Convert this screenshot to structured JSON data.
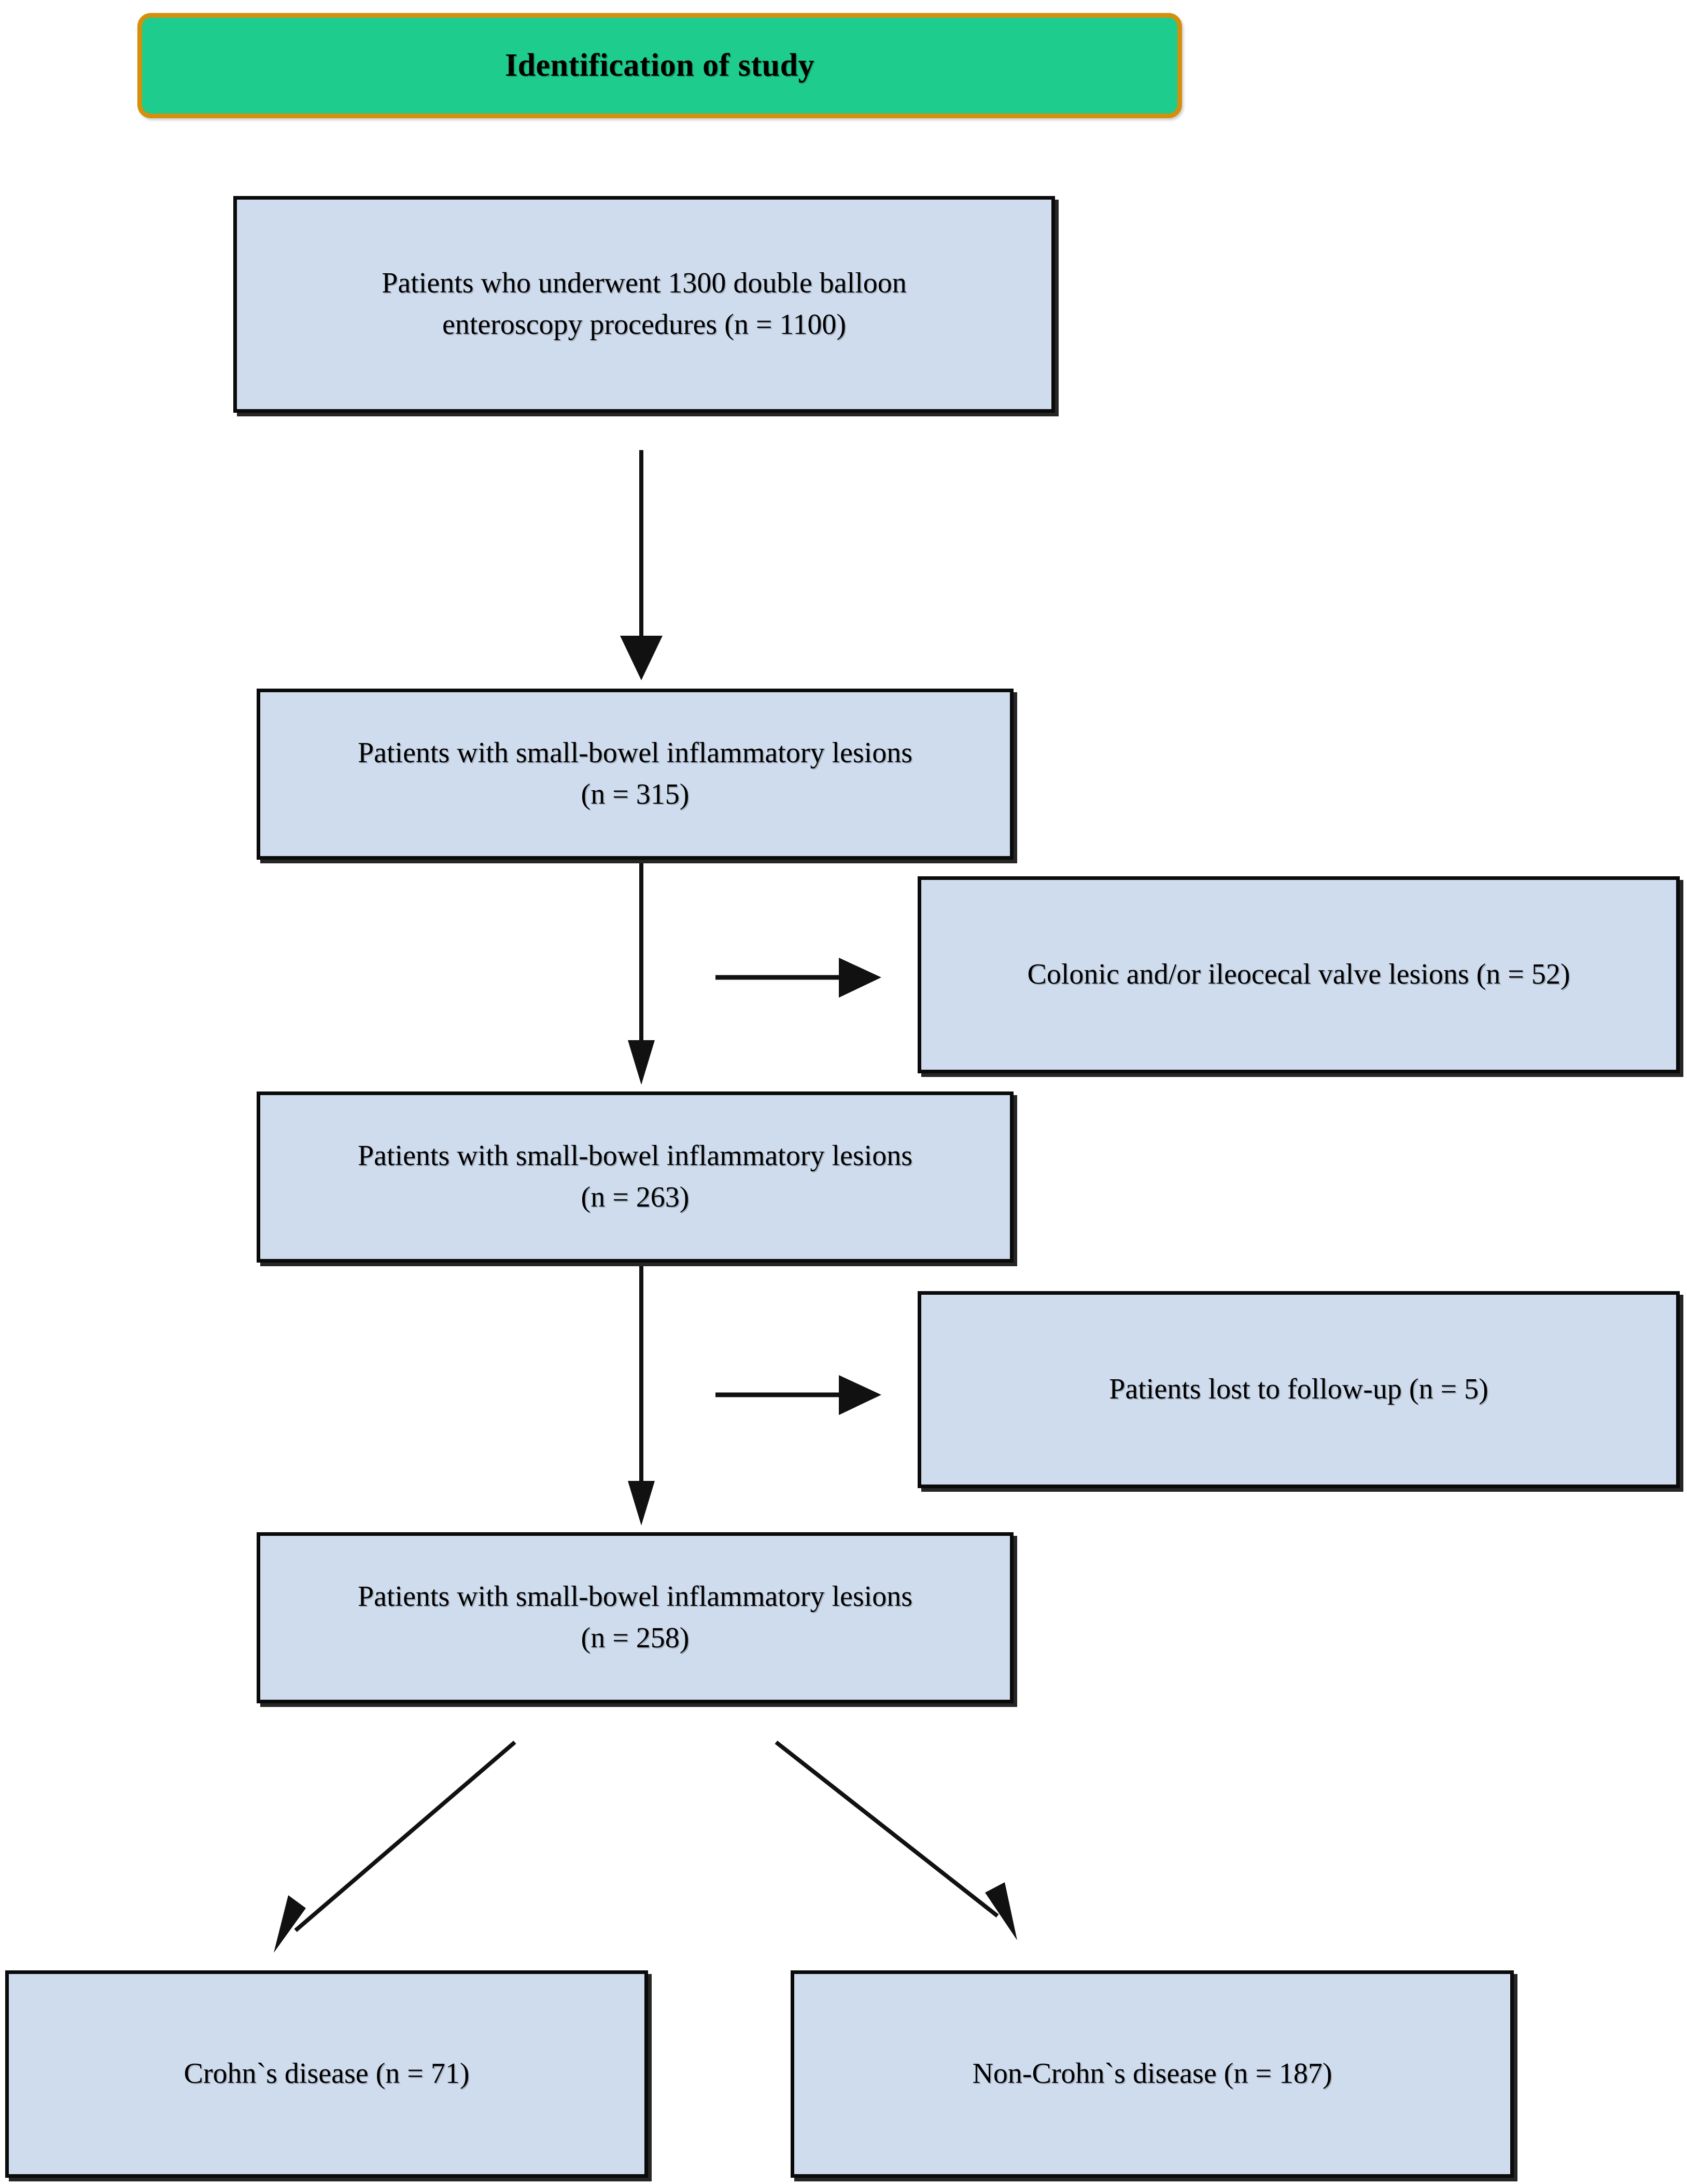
{
  "header": {
    "title": "Identification of study",
    "fill_color": "#1ecc8d",
    "border_color": "#d4900c"
  },
  "theme": {
    "box_fill": "#cfdcee",
    "box_border": "#0a0a0a",
    "connector_color": "#000000",
    "page_background": "#ffffff"
  },
  "flowchart": {
    "type": "prisma-flow-diagram",
    "nodes": [
      {
        "id": "enteroscopy",
        "text": "Patients who underwent 1300 double balloon\nenteroscopy procedures (n = 1100)",
        "count": 1100
      },
      {
        "id": "lesions-315",
        "text": "Patients with small-bowel inflammatory lesions\n(n = 315)",
        "count": 315
      },
      {
        "id": "colonic-52",
        "text": "Colonic and/or ileocecal valve lesions (n = 52)",
        "count": 52
      },
      {
        "id": "lesions-263",
        "text": "Patients with small-bowel inflammatory lesions\n(n = 263)",
        "count": 263
      },
      {
        "id": "lost-5",
        "text": "Patients lost to follow-up (n = 5)",
        "count": 5
      },
      {
        "id": "lesions-258",
        "text": "Patients with small-bowel inflammatory lesions\n(n = 258)",
        "count": 258
      },
      {
        "id": "crohn-71",
        "text": "Crohn`s disease (n = 71)",
        "count": 71
      },
      {
        "id": "noncrohn-187",
        "text": "Non-Crohn`s disease (n = 187)",
        "count": 187
      }
    ],
    "edges": [
      {
        "from": "enteroscopy",
        "to": "lesions-315",
        "direction": "down"
      },
      {
        "from": "lesions-315",
        "to": "colonic-52",
        "direction": "right"
      },
      {
        "from": "lesions-315",
        "to": "lesions-263",
        "direction": "down"
      },
      {
        "from": "lesions-263",
        "to": "lost-5",
        "direction": "right"
      },
      {
        "from": "lesions-263",
        "to": "lesions-258",
        "direction": "down"
      },
      {
        "from": "lesions-258",
        "to": "crohn-71",
        "direction": "down-left"
      },
      {
        "from": "lesions-258",
        "to": "noncrohn-187",
        "direction": "down-right"
      }
    ]
  }
}
